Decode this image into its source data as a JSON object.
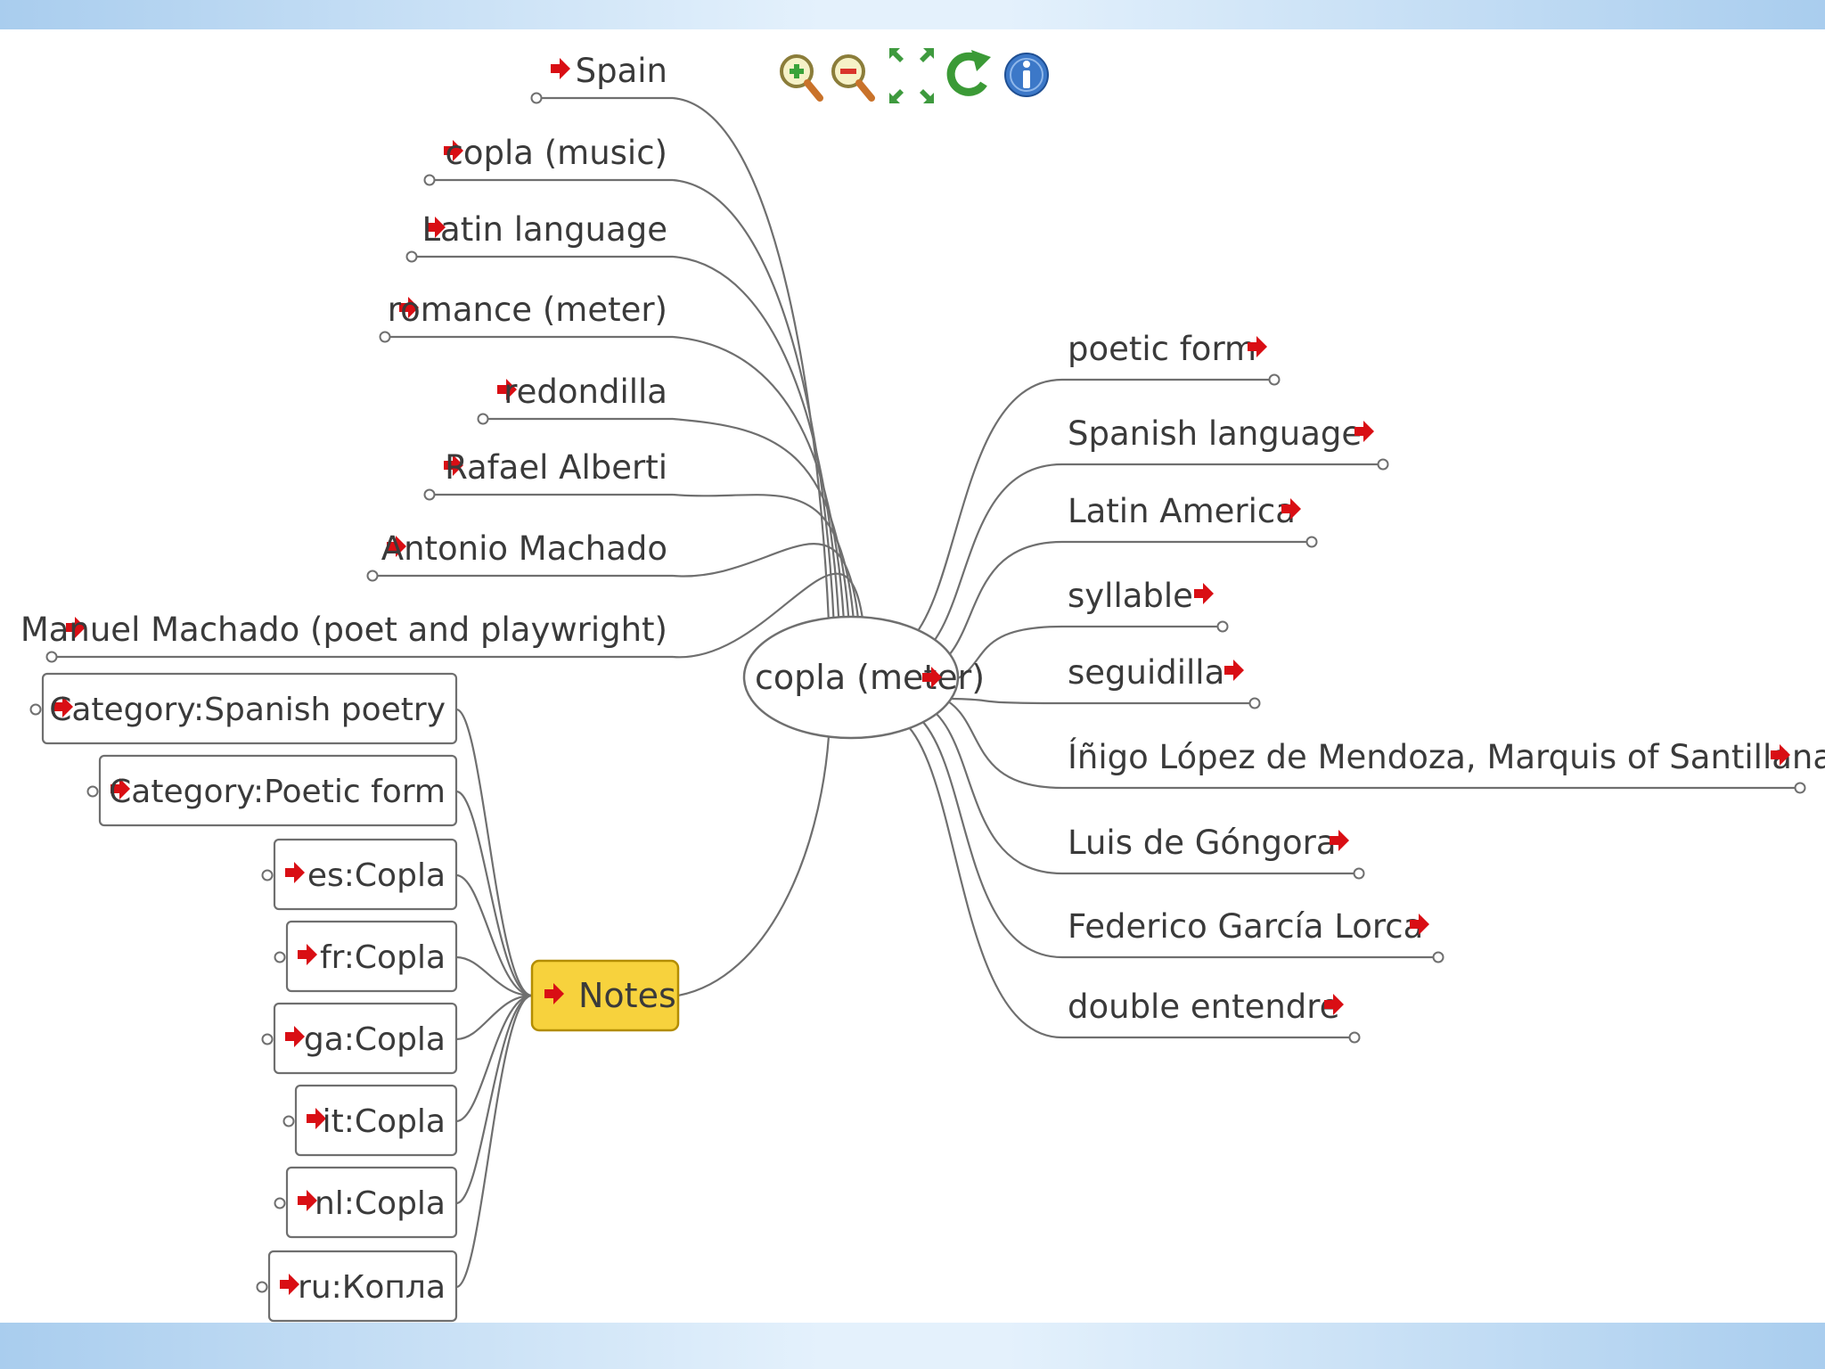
{
  "colors": {
    "line": "#6f6f6f",
    "arrow": "#d90e14",
    "notes_fill": "#f7d23d",
    "notes_border": "#b38d00",
    "text": "#3a3a3a"
  },
  "toolbar": {
    "items": [
      {
        "name": "zoom-in-icon",
        "icon": "magnifier-plus"
      },
      {
        "name": "zoom-out-icon",
        "icon": "magnifier-minus"
      },
      {
        "name": "fit-to-screen-icon",
        "icon": "four-arrows-inward"
      },
      {
        "name": "refresh-icon",
        "icon": "green-circular-arrow"
      },
      {
        "name": "info-icon",
        "icon": "blue-i-circle"
      }
    ]
  },
  "center": {
    "label": "copla (meter)"
  },
  "left_nodes": [
    {
      "label": "Spain"
    },
    {
      "label": "copla (music)"
    },
    {
      "label": "Latin language"
    },
    {
      "label": "romance (meter)"
    },
    {
      "label": "redondilla"
    },
    {
      "label": "Rafael Alberti"
    },
    {
      "label": "Antonio Machado"
    },
    {
      "label": "Manuel Machado (poet and playwright)"
    }
  ],
  "right_nodes": [
    {
      "label": "poetic form"
    },
    {
      "label": "Spanish language"
    },
    {
      "label": "Latin America"
    },
    {
      "label": "syllable"
    },
    {
      "label": "seguidilla"
    },
    {
      "label": "Íñigo López de Mendoza, Marquis of Santillana"
    },
    {
      "label": "Luis de Góngora"
    },
    {
      "label": "Federico García Lorca"
    },
    {
      "label": "double entendre"
    }
  ],
  "notes": {
    "label": "Notes",
    "children": [
      {
        "label": "Category:Spanish poetry"
      },
      {
        "label": "Category:Poetic form"
      },
      {
        "label": "es:Copla"
      },
      {
        "label": "fr:Copla"
      },
      {
        "label": "ga:Copla"
      },
      {
        "label": "it:Copla"
      },
      {
        "label": "nl:Copla"
      },
      {
        "label": "ru:Копла"
      }
    ]
  }
}
